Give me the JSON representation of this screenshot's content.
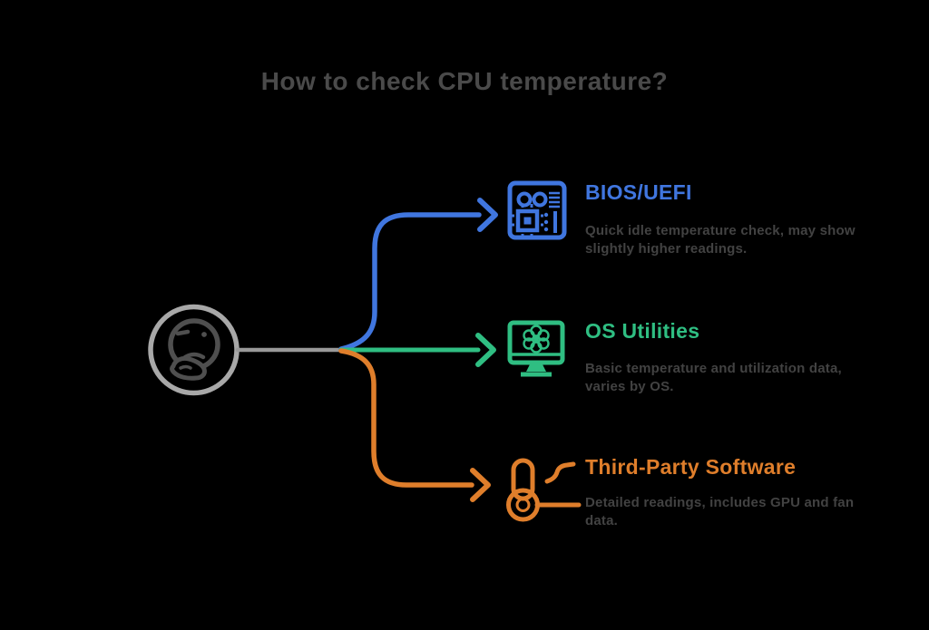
{
  "title": "How to check CPU temperature?",
  "colors": {
    "background": "#000000",
    "blue": "#4076df",
    "green": "#2fbe82",
    "orange": "#df7e2b",
    "ring_gray": "#a8a8a8",
    "face_gray": "#4f4f4f",
    "trunk_gray": "#999999",
    "title_text": "#4a4a4a",
    "desc_text": "#424242"
  },
  "center": {
    "icon": "thinking-face-icon"
  },
  "branches": [
    {
      "id": "bios",
      "label": "BIOS/UEFI",
      "description": "Quick idle temperature check, may show slightly higher readings.",
      "color": "#4076df",
      "icon": "motherboard-icon"
    },
    {
      "id": "os",
      "label": "OS Utilities",
      "description": "Basic temperature and utilization data, varies by OS.",
      "color": "#2fbe82",
      "icon": "monitor-icon"
    },
    {
      "id": "third",
      "label": "Third-Party Software",
      "description": "Detailed readings, includes GPU and fan data.",
      "color": "#df7e2b",
      "icon": "thermometer-icon"
    }
  ]
}
